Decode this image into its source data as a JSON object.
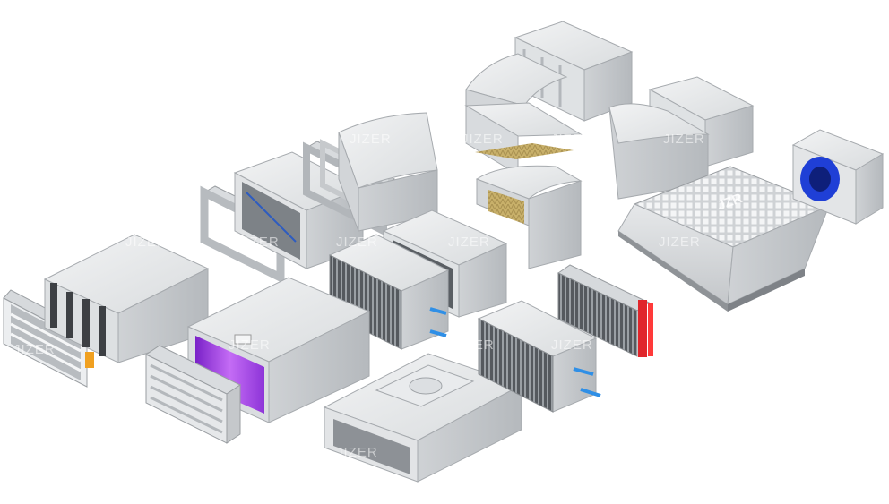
{
  "brand": {
    "name": "JIZER",
    "logo_text": "JZR",
    "watermark_text": "JIZER"
  },
  "colors": {
    "background": "#ffffff",
    "metal_light": "#e4e6e8",
    "metal_mid": "#c9cccf",
    "metal_dark": "#a8acb0",
    "uv_purple": "#9b3de0",
    "coil_red": "#e0262c",
    "fan_blue": "#1f3fd6",
    "pipe_blue": "#2f8fe6",
    "handle_orange": "#f0a020"
  },
  "components": [
    {
      "name": "flat-damper"
    },
    {
      "name": "plate-filter-section"
    },
    {
      "name": "uv-sterilizer-section"
    },
    {
      "name": "front-damper"
    },
    {
      "name": "blade-box"
    },
    {
      "name": "flange-frame"
    },
    {
      "name": "elbow-section"
    },
    {
      "name": "heating-coil-section"
    },
    {
      "name": "cooling-coil-section"
    },
    {
      "name": "diffuser-plenum"
    },
    {
      "name": "water-coil-section"
    },
    {
      "name": "electric-heater-coil"
    },
    {
      "name": "bag-filter-section"
    },
    {
      "name": "elbow-stack"
    },
    {
      "name": "roof-fan-hood"
    },
    {
      "name": "centrifugal-fan-box"
    }
  ]
}
